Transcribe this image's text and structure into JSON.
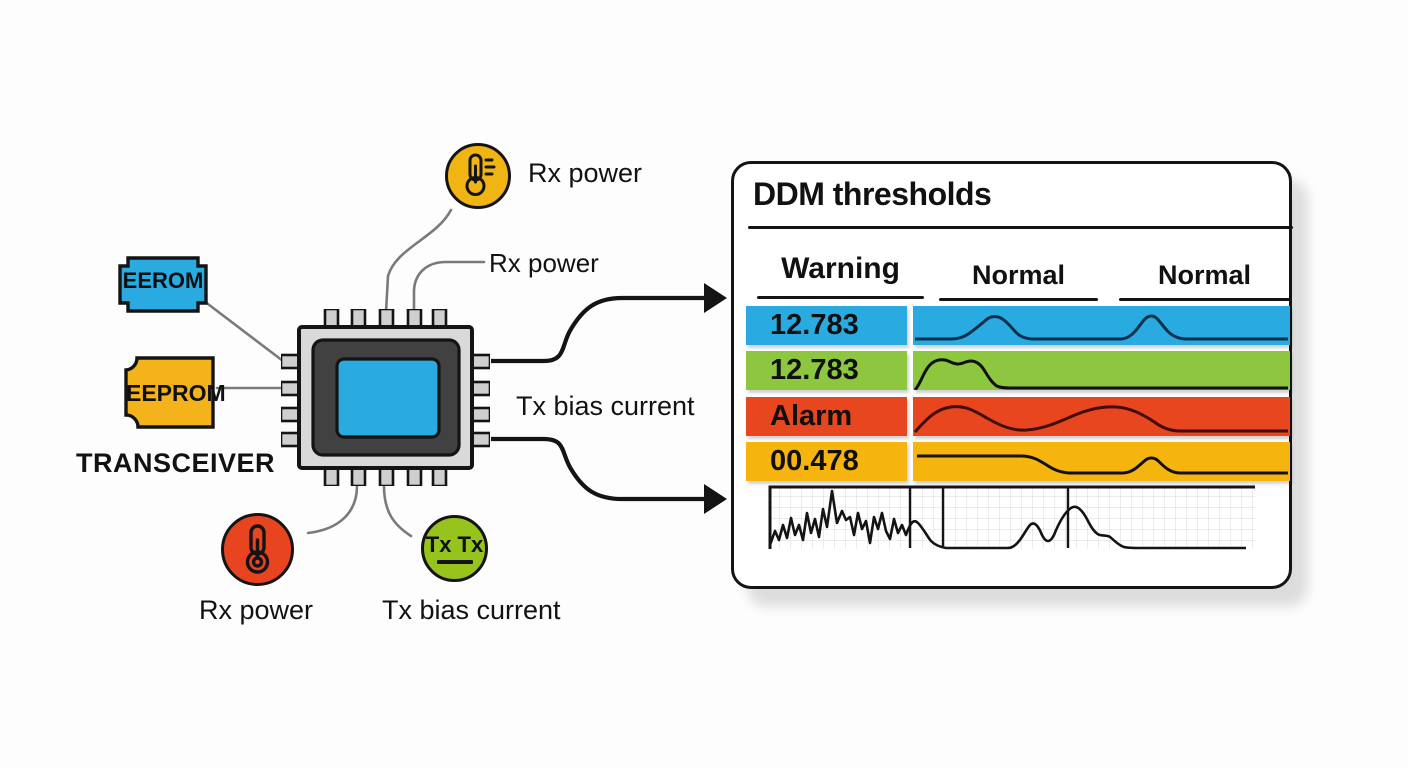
{
  "diagram": {
    "transceiver_label": "TRANSCEIVER",
    "eerom_tag": "EEROM",
    "eeprom_tag": "EEPROM",
    "sensor_top_label": "Rx power",
    "rx_power_mid_label": "Rx power",
    "tx_bias_mid_label": "Tx bias current",
    "sensor_bottom_left_label": "Rx power",
    "sensor_bottom_right_label": "Tx bias current",
    "green_badge_text": "Tx Tx"
  },
  "panel": {
    "title": "DDM thresholds",
    "columns": [
      "Warning",
      "Normal",
      "Normal"
    ],
    "rows": [
      {
        "label": "12.783",
        "status_color": "#29abe2"
      },
      {
        "label": "12.783",
        "status_color": "#8dc63f"
      },
      {
        "label": "Alarm",
        "status_color": "#e8461f"
      },
      {
        "label": "00.478",
        "status_color": "#f5b50e"
      }
    ]
  },
  "colors": {
    "blue": "#29abe2",
    "green": "#8dc63f",
    "red": "#e8461f",
    "amber": "#f5b50e",
    "yellow_icon": "#f0b512",
    "wire_gray": "#7a7a7a",
    "ink": "#141414"
  }
}
